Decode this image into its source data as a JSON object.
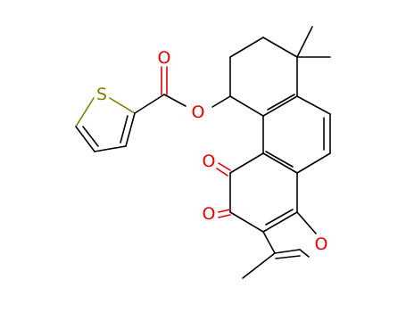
{
  "colors": {
    "background": "#ffffff",
    "carbon_bond": "#000000",
    "oxygen": "#e00000",
    "sulfur": "#808000"
  },
  "atoms": {
    "sulfur": "S",
    "ester_carbonyl_oxygen": "O",
    "ester_ether_oxygen": "O",
    "quinone_oxygen_upper": "O",
    "quinone_oxygen_lower": "O",
    "furan_oxygen": "O"
  }
}
